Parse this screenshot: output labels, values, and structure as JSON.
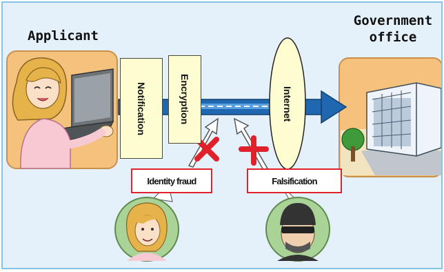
{
  "diagram": {
    "applicant_label": "Applicant",
    "government_label_line1": "Government",
    "government_label_line2": "office",
    "boxes": {
      "notification": "Notification",
      "encryption": "Encryption",
      "internet": "Internet"
    },
    "threats": {
      "identity_fraud": "Identity fraud",
      "falsification": "Falsification"
    },
    "icons": {
      "applicant": "woman-at-laptop-icon",
      "office": "office-building-icon",
      "impostor": "woman-face-icon",
      "attacker": "masked-man-icon",
      "blocked": "red-x-icon"
    },
    "colors": {
      "background": "#e4f1fa",
      "frame": "#86c3e6",
      "arrow": "#1f67b1",
      "note_fill": "#fefdd2",
      "alert": "#e0202a",
      "panel": "#f5c27e"
    }
  }
}
